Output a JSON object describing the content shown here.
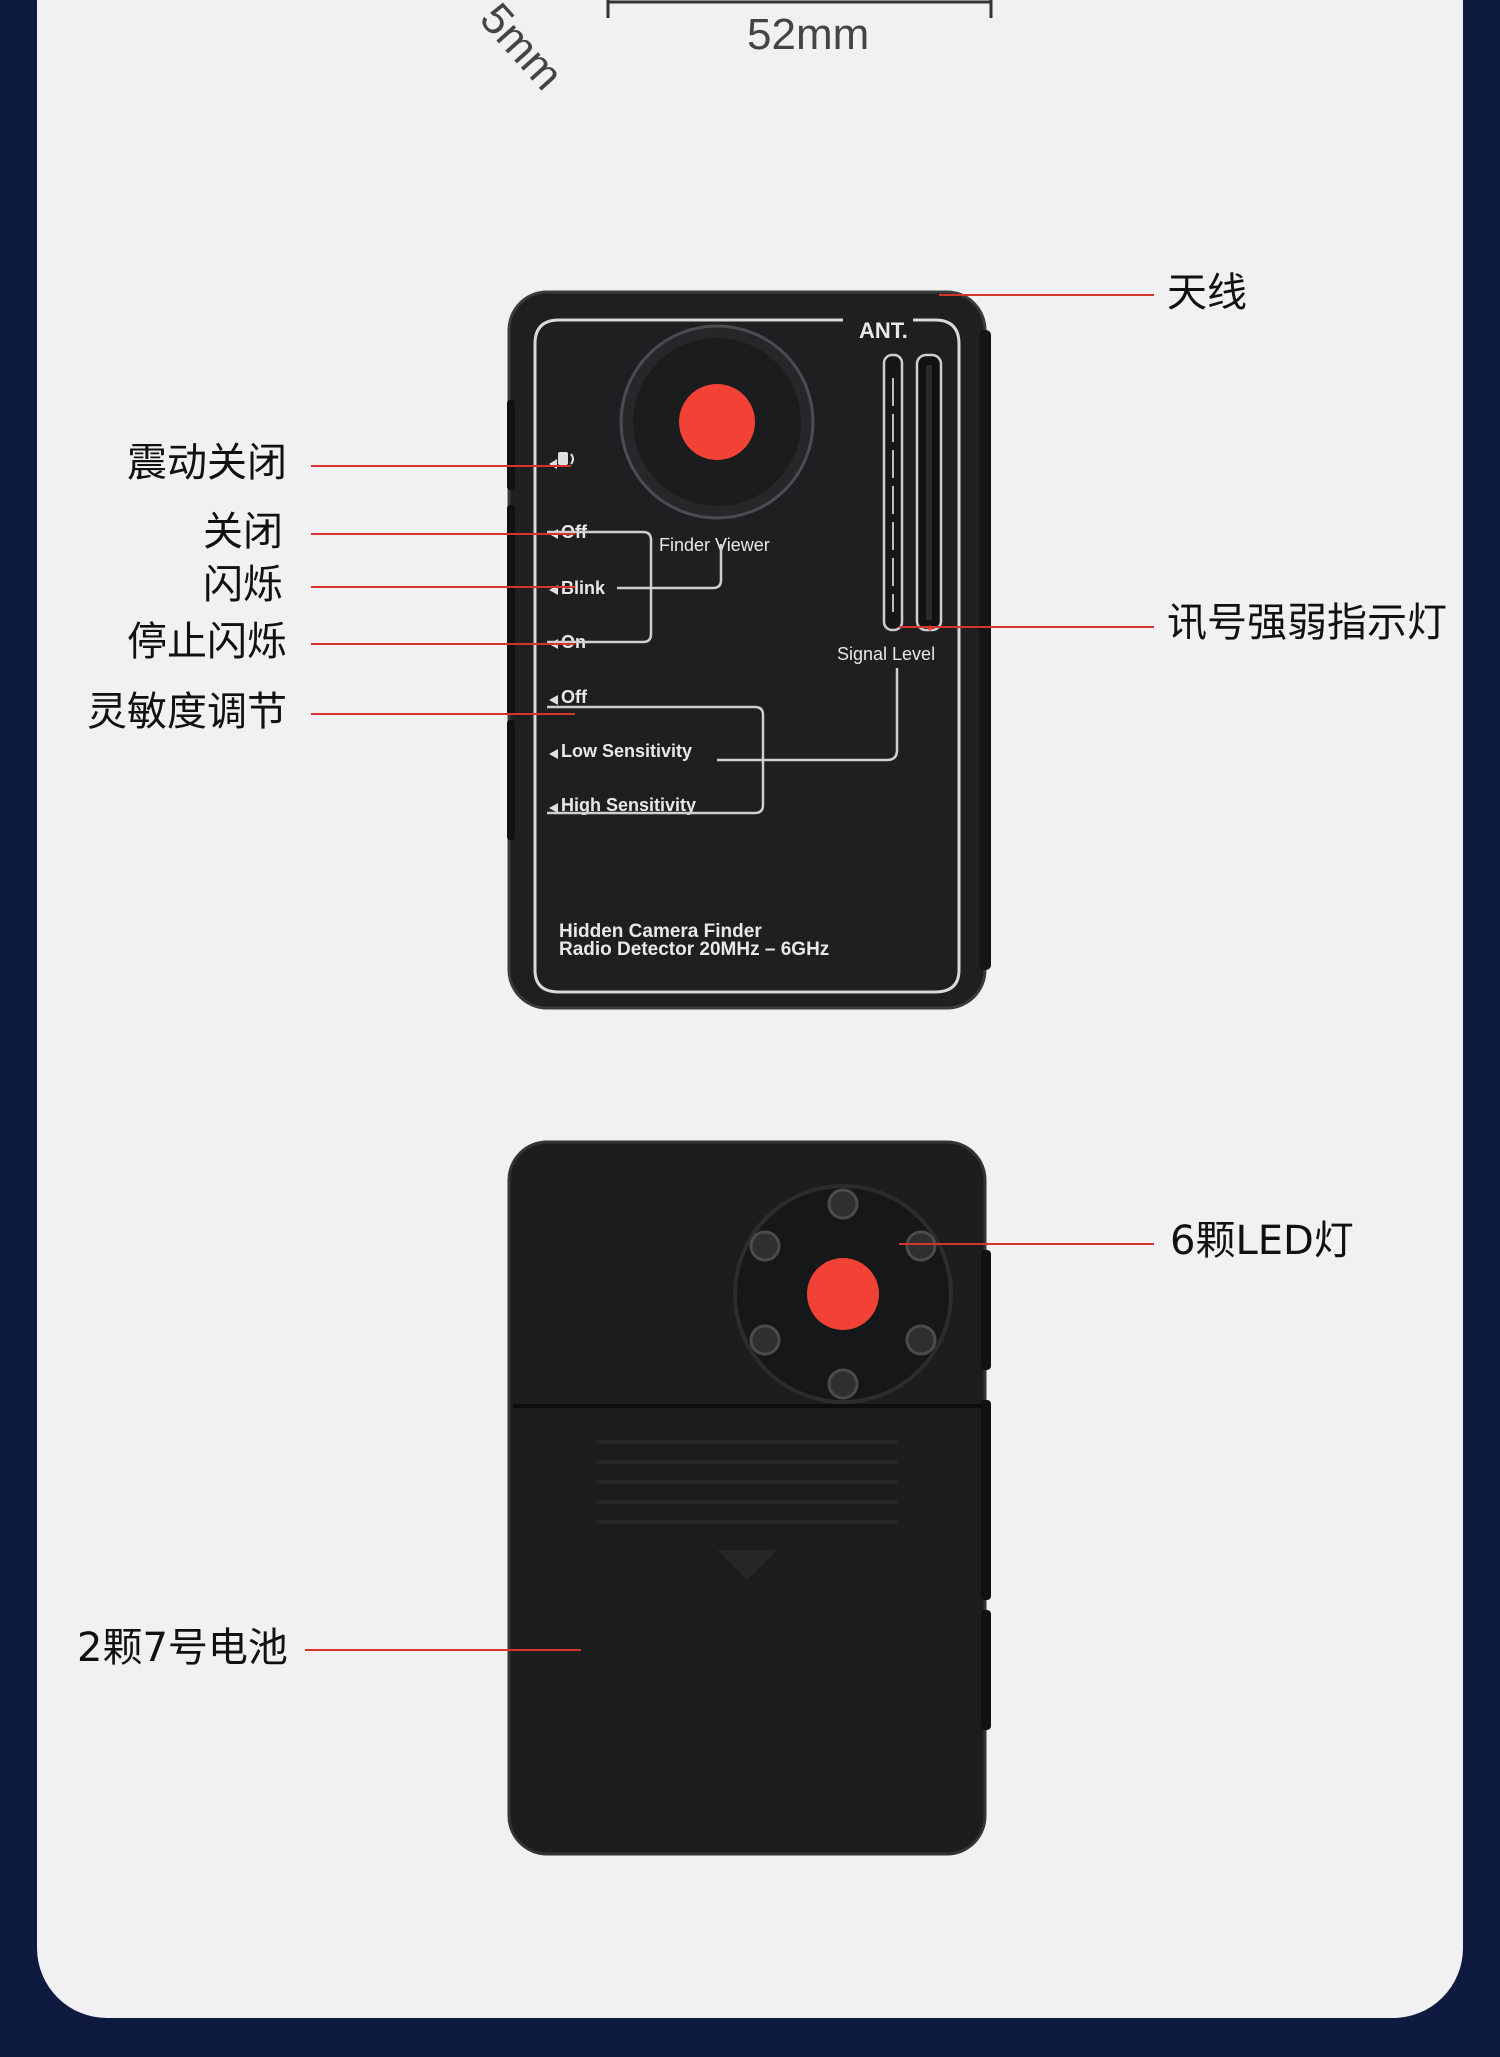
{
  "dimensions": {
    "width_label": "52mm",
    "depth_label": "5mm"
  },
  "front_device": {
    "antenna_mark": "ANT.",
    "finder_viewer": "Finder Viewer",
    "signal_level": "Signal Level",
    "mode_switch": [
      "Off",
      "Blink",
      "On"
    ],
    "sensitivity_switch": [
      "Off",
      "Low  Sensitivity",
      "High Sensitivity"
    ],
    "product_line_1": "Hidden Camera Finder",
    "product_line_2": "Radio Detector 20MHz – 6GHz"
  },
  "callouts": {
    "antenna": "天线",
    "vibration_off": "震动关闭",
    "off": "关闭",
    "blink": "闪烁",
    "stop_blink": "停止闪烁",
    "sensitivity": "灵敏度调节",
    "signal_indicator": "讯号强弱指示灯",
    "leds": "6颗LED灯",
    "battery": "2颗7号电池"
  },
  "colors": {
    "background": "#0e1a3f",
    "panel": "#f1f1f3",
    "device": "#1e1f21",
    "accent_red": "#f24236",
    "leader_line": "#d9342b"
  }
}
